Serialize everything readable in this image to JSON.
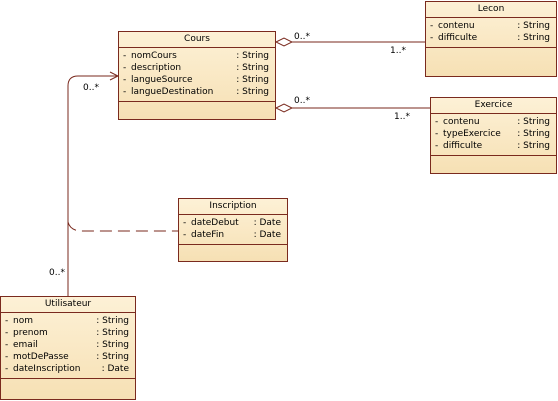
{
  "classes": {
    "cours": {
      "name": "Cours",
      "attributes": [
        {
          "visibility": "-",
          "name": "nomCours",
          "type": ": String"
        },
        {
          "visibility": "-",
          "name": "description",
          "type": ": String"
        },
        {
          "visibility": "-",
          "name": "langueSource",
          "type": ": String"
        },
        {
          "visibility": "-",
          "name": "langueDestination",
          "type": ": String"
        }
      ]
    },
    "lecon": {
      "name": "Lecon",
      "attributes": [
        {
          "visibility": "-",
          "name": "contenu",
          "type": ": String"
        },
        {
          "visibility": "-",
          "name": "difficulte",
          "type": ": String"
        }
      ]
    },
    "exercice": {
      "name": "Exercice",
      "attributes": [
        {
          "visibility": "-",
          "name": "contenu",
          "type": ": String"
        },
        {
          "visibility": "-",
          "name": "typeExercice",
          "type": ": String"
        },
        {
          "visibility": "-",
          "name": "difficulte",
          "type": ": String"
        }
      ]
    },
    "inscription": {
      "name": "Inscription",
      "attributes": [
        {
          "visibility": "-",
          "name": "dateDebut",
          "type": ": Date"
        },
        {
          "visibility": "-",
          "name": "dateFin",
          "type": ": Date"
        }
      ]
    },
    "utilisateur": {
      "name": "Utilisateur",
      "attributes": [
        {
          "visibility": "-",
          "name": "nom",
          "type": ": String"
        },
        {
          "visibility": "-",
          "name": "prenom",
          "type": ": String"
        },
        {
          "visibility": "-",
          "name": "email",
          "type": ": String"
        },
        {
          "visibility": "-",
          "name": "motDePasse",
          "type": ": String"
        },
        {
          "visibility": "-",
          "name": "dateInscription",
          "type": ": Date"
        }
      ]
    }
  },
  "associations": {
    "cours_lecon": {
      "source_mult": "0..*",
      "target_mult": "1..*"
    },
    "cours_exercice": {
      "source_mult": "0..*",
      "target_mult": "1..*"
    },
    "utilisateur_cours": {
      "source_mult": "0..*",
      "target_mult": "0..*"
    }
  },
  "colors": {
    "border": "#7a2a1e",
    "fill_top": "#fdf1d6",
    "fill_bottom": "#f6e0b4",
    "link": "#7a2a1e"
  }
}
